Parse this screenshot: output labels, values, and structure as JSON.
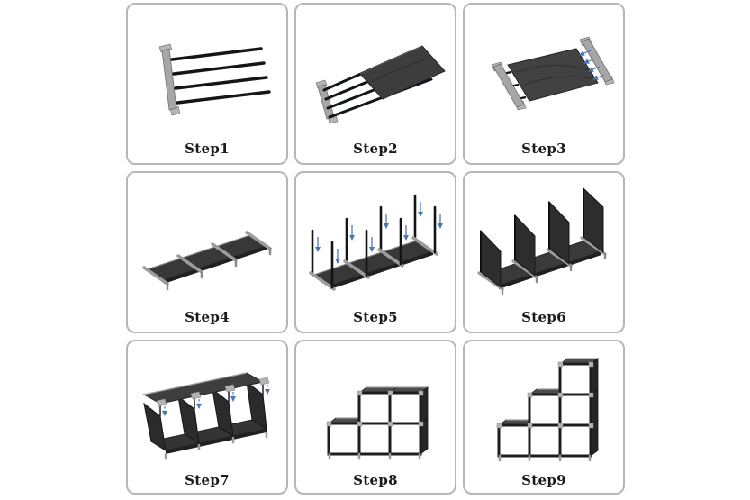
{
  "page": {
    "background": "#ffffff"
  },
  "colors": {
    "card_border": "#b6b6b6",
    "fabric_dark": "#343434",
    "frame_black": "#1d1d1d",
    "metal_gray": "#a6a6a6",
    "connector_gray": "#b3b3b3",
    "arrow_blue": "#4a78b5",
    "label_text": "#1b1b1b"
  },
  "steps": [
    {
      "label": "Step1",
      "alt": "metal side rail with four black support rods attached"
    },
    {
      "label": "Step2",
      "alt": "dark fabric shelf panel sliding onto the four rods"
    },
    {
      "label": "Step3",
      "alt": "shelf panel assembled with rails on both ends, arrows showing attachment"
    },
    {
      "label": "Step4",
      "alt": "three shelf panels joined into one long base with crossbars"
    },
    {
      "label": "Step5",
      "alt": "vertical poles inserted downward into the base connectors"
    },
    {
      "label": "Step6",
      "alt": "four upright fabric divider panels mounted on the base"
    },
    {
      "label": "Step7",
      "alt": "top shelf lowered onto the divider row, arrows showing direction"
    },
    {
      "label": "Step8",
      "alt": "six-cube unit with two rows stacked in an offset layout"
    },
    {
      "label": "Step9",
      "alt": "finished staircase style cube storage organizer"
    }
  ]
}
